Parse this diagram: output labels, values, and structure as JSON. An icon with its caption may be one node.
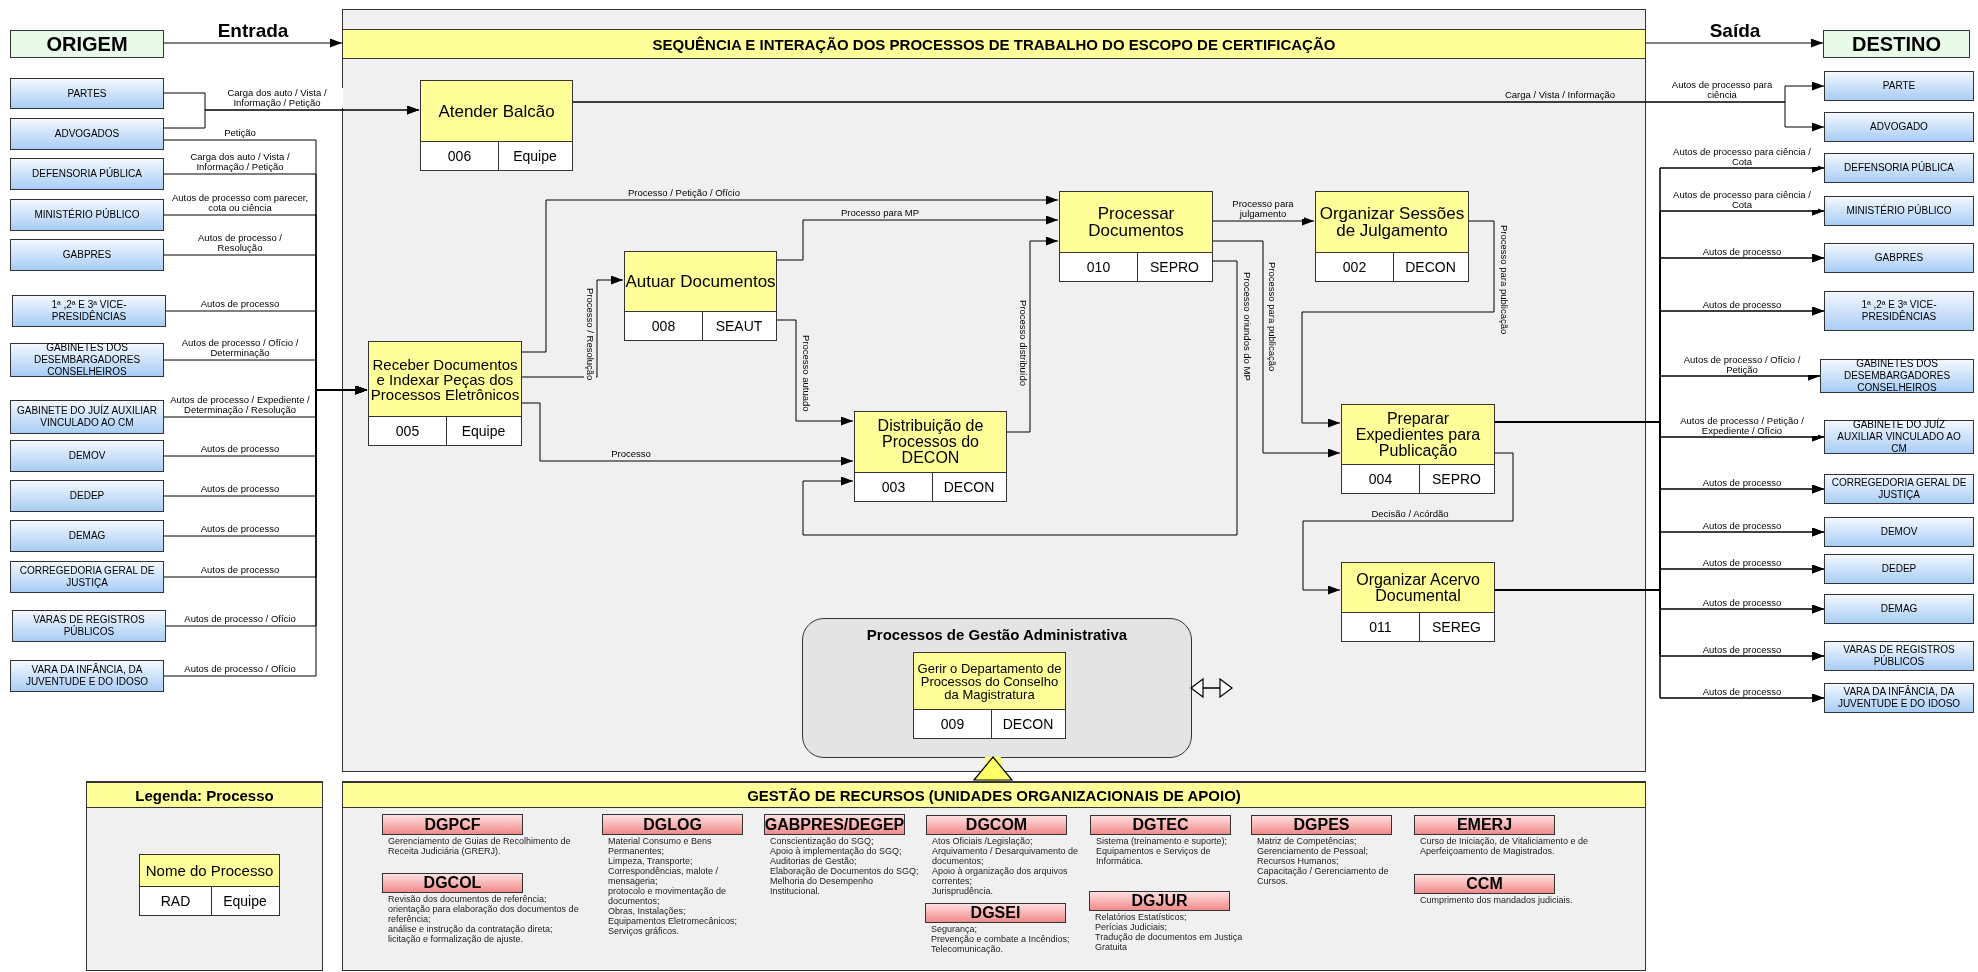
{
  "diagram": {
    "nodes": [
      {
        "text": [
          "ORIGEM"
        ]
      },
      {
        "text": [
          "SEQUÊNCIA E INTERAÇÃO DOS PROCESSOS DE TRABALHO DO ESCOPO DE CERTIFICAÇÃO"
        ]
      },
      {
        "text": [
          "DESTINO"
        ]
      },
      {
        "text": [
          "PARTES"
        ]
      },
      {
        "text": [
          "ADVOGADOS"
        ]
      },
      {
        "text": [
          "DEFENSORIA PÚBLICA"
        ]
      },
      {
        "text": [
          "MINISTÉRIO PÚBLICO"
        ]
      },
      {
        "text": [
          "GABPRES"
        ]
      },
      {
        "text": [
          "1ª ,2ª E 3ª VICE-PRESIDÊNCIAS"
        ]
      },
      {
        "text": [
          "GABINETES DOS DESEMBARGADORES CONSELHEIROS"
        ]
      },
      {
        "text": [
          "GABINETE DO JUÍZ AUXILIAR VINCULADO AO CM"
        ]
      },
      {
        "text": [
          "DEMOV"
        ]
      },
      {
        "text": [
          "DEDEP"
        ]
      },
      {
        "text": [
          "DEMAG"
        ]
      },
      {
        "text": [
          "CORREGEDORIA GERAL DE JUSTIÇA"
        ]
      },
      {
        "text": [
          "VARAS DE REGISTROS PÚBLICOS"
        ]
      },
      {
        "text": [
          "VARA DA INFÂNCIA, DA JUVENTUDE E DO IDOSO"
        ]
      },
      {
        "text": [
          "Atender Balcão",
          "006",
          "Equipe"
        ],
        "in": 1
      },
      {
        "text": [
          "Receber Documentos e Indexar Peças dos Processos Eletrônicos",
          "005",
          "Equipe"
        ],
        "in": 1
      },
      {
        "text": [
          "Autuar Documentos",
          "008",
          "SEAUT"
        ],
        "in": 1
      },
      {
        "text": [
          "Distribuição de Processos do DECON",
          "003",
          "DECON"
        ],
        "in": 1
      },
      {
        "text": [
          "Processar Documentos",
          "010",
          "SEPRO"
        ],
        "in": 1
      },
      {
        "text": [
          "Organizar Sessões de Julgamento",
          "002",
          "DECON"
        ],
        "in": 1
      },
      {
        "text": [
          "Preparar Expedientes para Publicação",
          "004",
          "SEPRO"
        ],
        "in": 1
      },
      {
        "text": [
          "Organizar Acervo Documental",
          "011",
          "SEREG"
        ],
        "in": 1
      },
      {
        "text": [
          "Processos de Gestão Administrativa"
        ],
        "in": 1
      },
      {
        "text": [
          "Gerir o Departamento de Processos do Conselho da Magistratura",
          "009",
          "DECON"
        ],
        "in": 25
      },
      {
        "text": [
          "PARTE"
        ]
      },
      {
        "text": [
          "ADVOGADO"
        ]
      },
      {
        "text": [
          "DEFENSORIA PÚBLICA"
        ]
      },
      {
        "text": [
          "MINISTÉRIO PÚBLICO"
        ]
      },
      {
        "text": [
          "GABPRES"
        ]
      },
      {
        "text": [
          "1ª ,2ª E 3ª VICE-PRESIDÊNCIAS"
        ]
      },
      {
        "text": [
          "GABINETES DOS DESEMBARGADORES CONSELHEIROS"
        ]
      },
      {
        "text": [
          "GABINETE DO JUÍZ AUXILIAR VINCULADO AO CM"
        ]
      },
      {
        "text": [
          "CORREGEDORIA GERAL DE JUSTIÇA"
        ]
      },
      {
        "text": [
          "DEMOV"
        ]
      },
      {
        "text": [
          "DEDEP"
        ]
      },
      {
        "text": [
          "DEMAG"
        ]
      },
      {
        "text": [
          "VARAS DE REGISTROS PÚBLICOS"
        ]
      },
      {
        "text": [
          "VARA DA INFÂNCIA, DA JUVENTUDE E DO IDOSO"
        ]
      },
      {
        "text": [
          "Legenda: Processo"
        ]
      },
      {
        "text": [
          "Nome do Processo",
          "RAD",
          "Equipe"
        ],
        "in": 41
      },
      {
        "text": [
          "GESTÃO DE RECURSOS (UNIDADES ORGANIZACIONAIS DE APOIO)"
        ]
      },
      {
        "text": [
          "DGPCF"
        ],
        "in": 43,
        "beside": [
          "Gerenciamento de Guias de Recolhimento de Receita Judiciária (GRERJ)."
        ]
      },
      {
        "text": [
          "DGCOL"
        ],
        "in": 43,
        "beside": [
          "Revisão dos documentos de referência;",
          "orientação para elaboração dos documentos de referência;",
          "análise e instrução da contratação direta;",
          "licitação e formalização de ajuste."
        ]
      },
      {
        "text": [
          "DGLOG"
        ],
        "in": 43,
        "beside": [
          "Material Consumo e Bens Permanentes;",
          "Limpeza, Transporte;",
          "Correspondências, malote / mensageria;",
          "protocolo e movimentação de documentos;",
          "Obras, Instalações;",
          "Equipamentos Eletromecânicos;",
          "Serviços gráficos."
        ]
      },
      {
        "text": [
          "GABPRES/DEGEP"
        ],
        "in": 43,
        "beside": [
          "Conscientização do SGQ;",
          "Apoio à implementação do SGQ;",
          "Auditorias de Gestão;",
          "Elaboração de Documentos do SGQ;",
          "Melhoria do Desempenho Institucional."
        ]
      },
      {
        "text": [
          "DGCOM"
        ],
        "in": 43,
        "beside": [
          "Atos Oficiais /Legislação;",
          "Arquivamento / Desarquivamento de documentos;",
          "Apoio à organização dos arquivos correntes;",
          "Jurisprudência."
        ]
      },
      {
        "text": [
          "DGSEI"
        ],
        "in": 43,
        "beside": [
          "Segurança;",
          "Prevenção e combate a Incêndios;",
          "Telecomunicação."
        ]
      },
      {
        "text": [
          "DGTEC"
        ],
        "in": 43,
        "beside": [
          "Sistema (treinamento e suporte);",
          "Equipamentos e Serviços de Informática."
        ]
      },
      {
        "text": [
          "DGJUR"
        ],
        "in": 43,
        "beside": [
          "Relatórios Estatísticos;",
          "Perícias Judiciais;",
          "Tradução de documentos em Justiça Gratuita"
        ]
      },
      {
        "text": [
          "DGPES"
        ],
        "in": 43,
        "beside": [
          "Matriz de Competências;",
          "Gerenciamento de Pessoal;",
          "Recursos Humanos;",
          "Capacitação / Gerenciamento de Cursos."
        ]
      },
      {
        "text": [
          "EMERJ"
        ],
        "in": 43,
        "beside": [
          "Curso de Iniciação, de Vitaliciamento e de Aperfeiçoamento de Magistrados."
        ]
      },
      {
        "text": [
          "CCM"
        ],
        "in": 43,
        "beside": [
          "Cumprimento dos mandados judiciais."
        ]
      }
    ],
    "edges": [
      {
        "from": 0,
        "to": 1,
        "arrow": "to",
        "label": "Entrada"
      },
      {
        "from": 1,
        "to": 2,
        "arrow": "to",
        "label": "Saída"
      },
      {
        "from": 3,
        "to": 17,
        "arrow": "to",
        "label": "Carga dos auto / Vista / Informação / Petição"
      },
      {
        "from": 4,
        "to": 17,
        "arrow": "to"
      },
      {
        "from": 4,
        "to": 18,
        "arrow": "to",
        "label": "Petição"
      },
      {
        "from": 5,
        "to": 18,
        "arrow": "to",
        "label": "Carga dos auto / Vista / Informação / Petição"
      },
      {
        "from": 6,
        "to": 18,
        "arrow": "to",
        "label": "Autos de processo com parecer, cota ou ciência"
      },
      {
        "from": 7,
        "to": 18,
        "arrow": "to",
        "label": "Autos de processo / Resolução"
      },
      {
        "from": 8,
        "to": 18,
        "arrow": "to",
        "label": "Autos de processo"
      },
      {
        "from": 9,
        "to": 18,
        "arrow": "to",
        "label": "Autos de processo / Ofício / Determinação"
      },
      {
        "from": 10,
        "to": 18,
        "arrow": "to",
        "label": "Autos de processo / Expediente / Determinação / Resolução"
      },
      {
        "from": 11,
        "to": 18,
        "arrow": "to",
        "label": "Autos de processo"
      },
      {
        "from": 12,
        "to": 18,
        "arrow": "to",
        "label": "Autos de processo"
      },
      {
        "from": 13,
        "to": 18,
        "arrow": "to",
        "label": "Autos de processo"
      },
      {
        "from": 14,
        "to": 18,
        "arrow": "to",
        "label": "Autos de processo"
      },
      {
        "from": 15,
        "to": 18,
        "arrow": "to",
        "label": "Autos de processo / Ofício"
      },
      {
        "from": 16,
        "to": 18,
        "arrow": "to",
        "label": "Autos de processo / Ofício"
      },
      {
        "from": 17,
        "to": 27,
        "arrow": "to",
        "label": "Carga / Vista / Informação"
      },
      {
        "from": 17,
        "to": 28,
        "arrow": "to",
        "label": "Autos de processo para ciência"
      },
      {
        "from": 18,
        "to": 21,
        "arrow": "to",
        "label": "Processo / Petição / Ofício"
      },
      {
        "from": 18,
        "to": 19,
        "arrow": "to",
        "label": "Processo / Resolução"
      },
      {
        "from": 18,
        "to": 20,
        "arrow": "to",
        "label": "Processo"
      },
      {
        "from": 19,
        "to": 21,
        "arrow": "to",
        "label": "Processo para MP"
      },
      {
        "from": 19,
        "to": 20,
        "arrow": "to",
        "label": "Processo autuado"
      },
      {
        "from": 20,
        "to": 21,
        "arrow": "to",
        "label": "Processo distribuído"
      },
      {
        "from": 21,
        "to": 22,
        "arrow": "to",
        "label": "Processo para julgamento"
      },
      {
        "from": 21,
        "to": 23,
        "arrow": "to",
        "label": "Processo para publicação"
      },
      {
        "from": 21,
        "to": 20,
        "arrow": "to",
        "label": "Processo oriundos do MP"
      },
      {
        "from": 22,
        "to": 23,
        "arrow": "to",
        "label": "Processo para publicação"
      },
      {
        "from": 23,
        "to": 24,
        "arrow": "to",
        "label": "Decisão / Acórdão"
      },
      {
        "from": 23,
        "to": 29,
        "arrow": "to",
        "label": "Autos de processo para ciência / Cota"
      },
      {
        "from": 23,
        "to": 30,
        "arrow": "to",
        "label": "Autos de processo para ciência / Cota"
      },
      {
        "from": 23,
        "to": 31,
        "arrow": "to",
        "label": "Autos de processo"
      },
      {
        "from": 23,
        "to": 32,
        "arrow": "to",
        "label": "Autos de processo"
      },
      {
        "from": 23,
        "to": 33,
        "arrow": "to",
        "label": "Autos de processo / Ofício / Petição"
      },
      {
        "from": 23,
        "to": 34,
        "arrow": "to",
        "label": "Autos de processo / Petição / Expediente / Ofício"
      },
      {
        "from": 23,
        "to": 35,
        "arrow": "to",
        "label": "Autos de processo"
      },
      {
        "from": 23,
        "to": 36,
        "arrow": "to",
        "label": "Autos de processo"
      },
      {
        "from": 23,
        "to": 37,
        "arrow": "to",
        "label": "Autos de processo"
      },
      {
        "from": 23,
        "to": 38,
        "arrow": "to",
        "label": "Autos de processo"
      },
      {
        "from": 23,
        "to": 39,
        "arrow": "to",
        "label": "Autos de processo"
      },
      {
        "from": 23,
        "to": 40,
        "arrow": "to",
        "label": "Autos de processo"
      },
      {
        "from": 24,
        "to": 29,
        "arrow": "to"
      },
      {
        "from": 24,
        "to": 30,
        "arrow": "to"
      },
      {
        "from": 24,
        "to": 31,
        "arrow": "to"
      },
      {
        "from": 24,
        "to": 32,
        "arrow": "to"
      },
      {
        "from": 24,
        "to": 33,
        "arrow": "to"
      },
      {
        "from": 24,
        "to": 34,
        "arrow": "to"
      },
      {
        "from": 24,
        "to": 35,
        "arrow": "to"
      },
      {
        "from": 24,
        "to": 36,
        "arrow": "to"
      },
      {
        "from": 24,
        "to": 37,
        "arrow": "to"
      },
      {
        "from": 24,
        "to": 38,
        "arrow": "to"
      },
      {
        "from": 24,
        "to": 39,
        "arrow": "to"
      },
      {
        "from": 24,
        "to": 40,
        "arrow": "to"
      },
      {
        "from": 43,
        "to": 25,
        "arrow": "to",
        "style": "thick",
        "color": "#ffff66"
      },
      {
        "from": 25,
        "to": null,
        "arrow": "both"
      }
    ]
  }
}
